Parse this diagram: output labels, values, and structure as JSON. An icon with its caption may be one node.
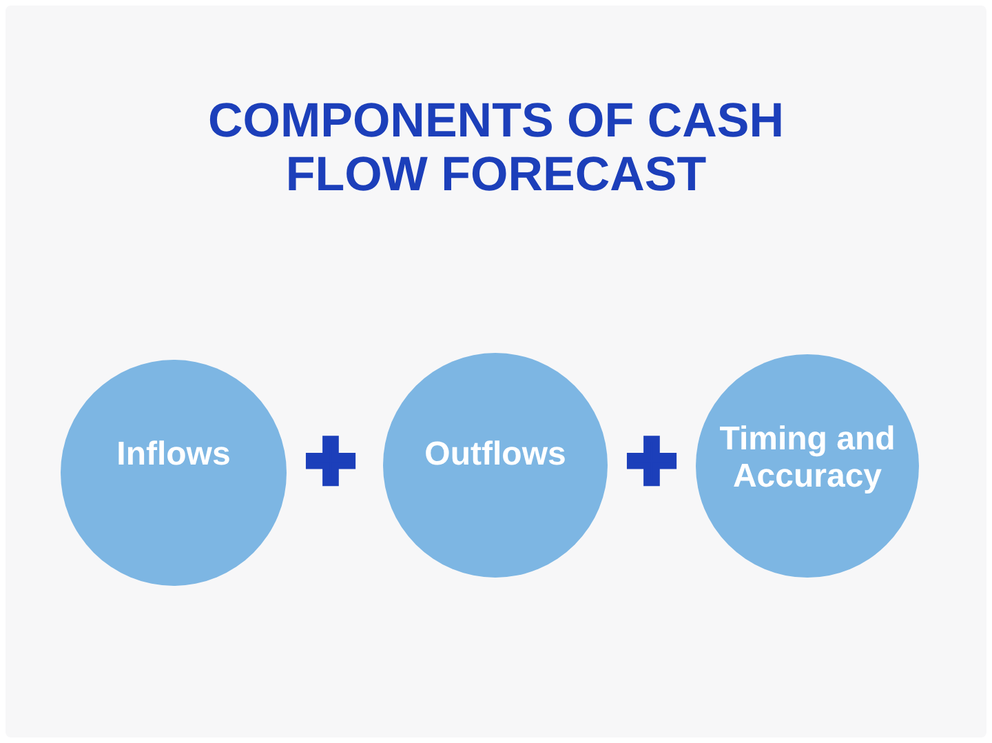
{
  "diagram": {
    "title": "COMPONENTS OF CASH FLOW FORECAST",
    "nodes": [
      {
        "text": [
          "Inflows"
        ]
      },
      {
        "text": [
          "Outflows"
        ]
      },
      {
        "text": [
          "Timing and Accuracy"
        ]
      }
    ],
    "edges": [],
    "labels": [
      "+",
      "+"
    ]
  }
}
